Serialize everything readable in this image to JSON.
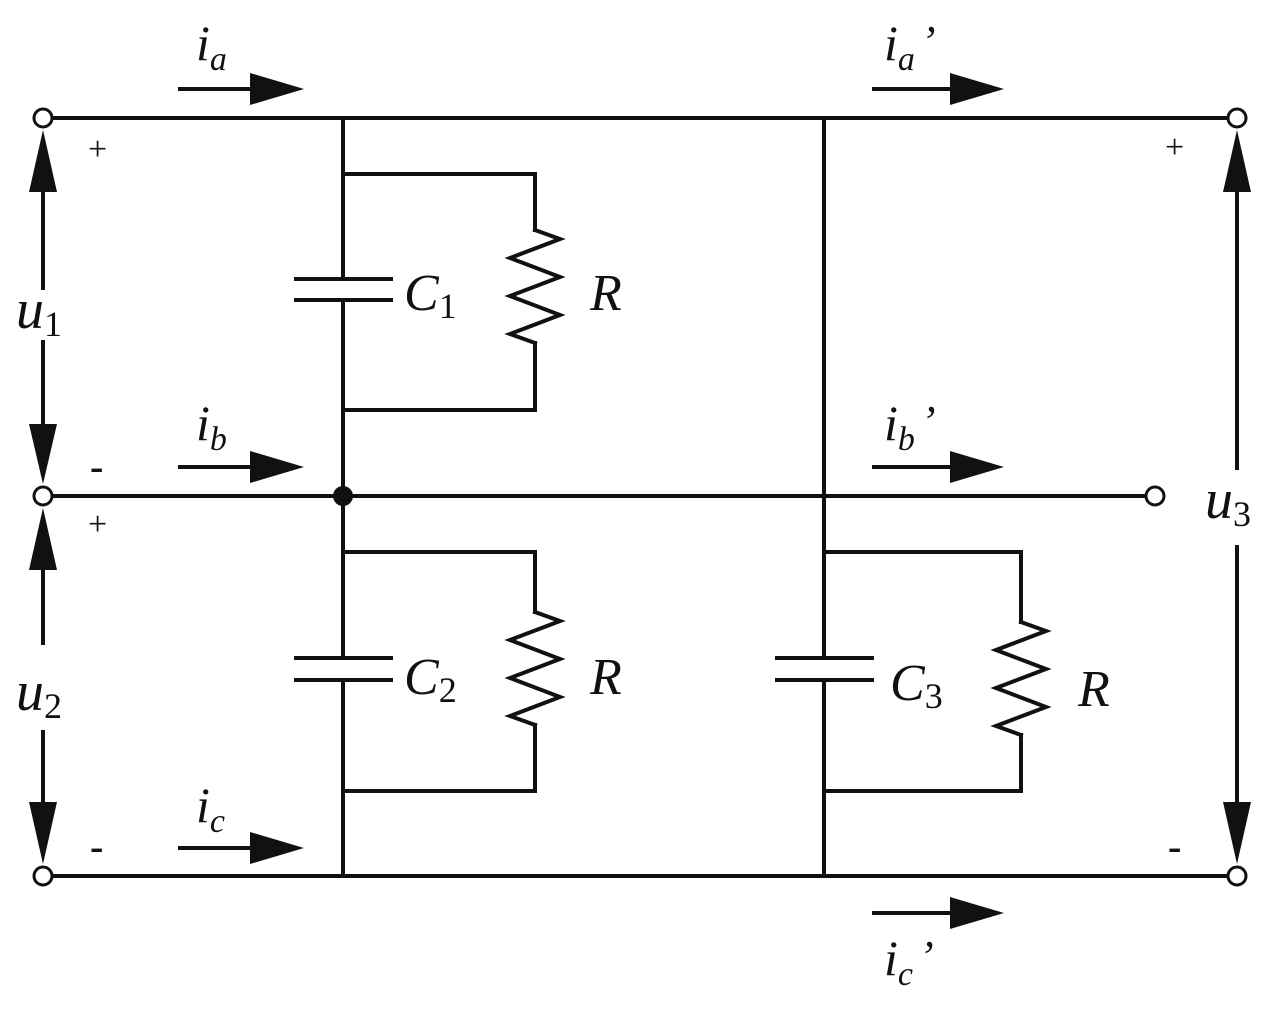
{
  "currents": {
    "ia": {
      "main": "i",
      "sub": "a",
      "prime": ""
    },
    "ib": {
      "main": "i",
      "sub": "b",
      "prime": ""
    },
    "ic": {
      "main": "i",
      "sub": "c",
      "prime": ""
    },
    "iap": {
      "main": "i",
      "sub": "a",
      "prime": "’"
    },
    "ibp": {
      "main": "i",
      "sub": "b",
      "prime": "’"
    },
    "icp": {
      "main": "i",
      "sub": "c",
      "prime": "’"
    }
  },
  "voltages": {
    "u1": {
      "main": "u",
      "sub": "1"
    },
    "u2": {
      "main": "u",
      "sub": "2"
    },
    "u3": {
      "main": "u",
      "sub": "3"
    }
  },
  "components": {
    "c1": {
      "main": "C",
      "sub": "1"
    },
    "c2": {
      "main": "C",
      "sub": "2"
    },
    "c3": {
      "main": "C",
      "sub": "3"
    },
    "r1": "R",
    "r2": "R",
    "r3": "R"
  },
  "polarity": {
    "plus": "+",
    "minus": "-"
  }
}
